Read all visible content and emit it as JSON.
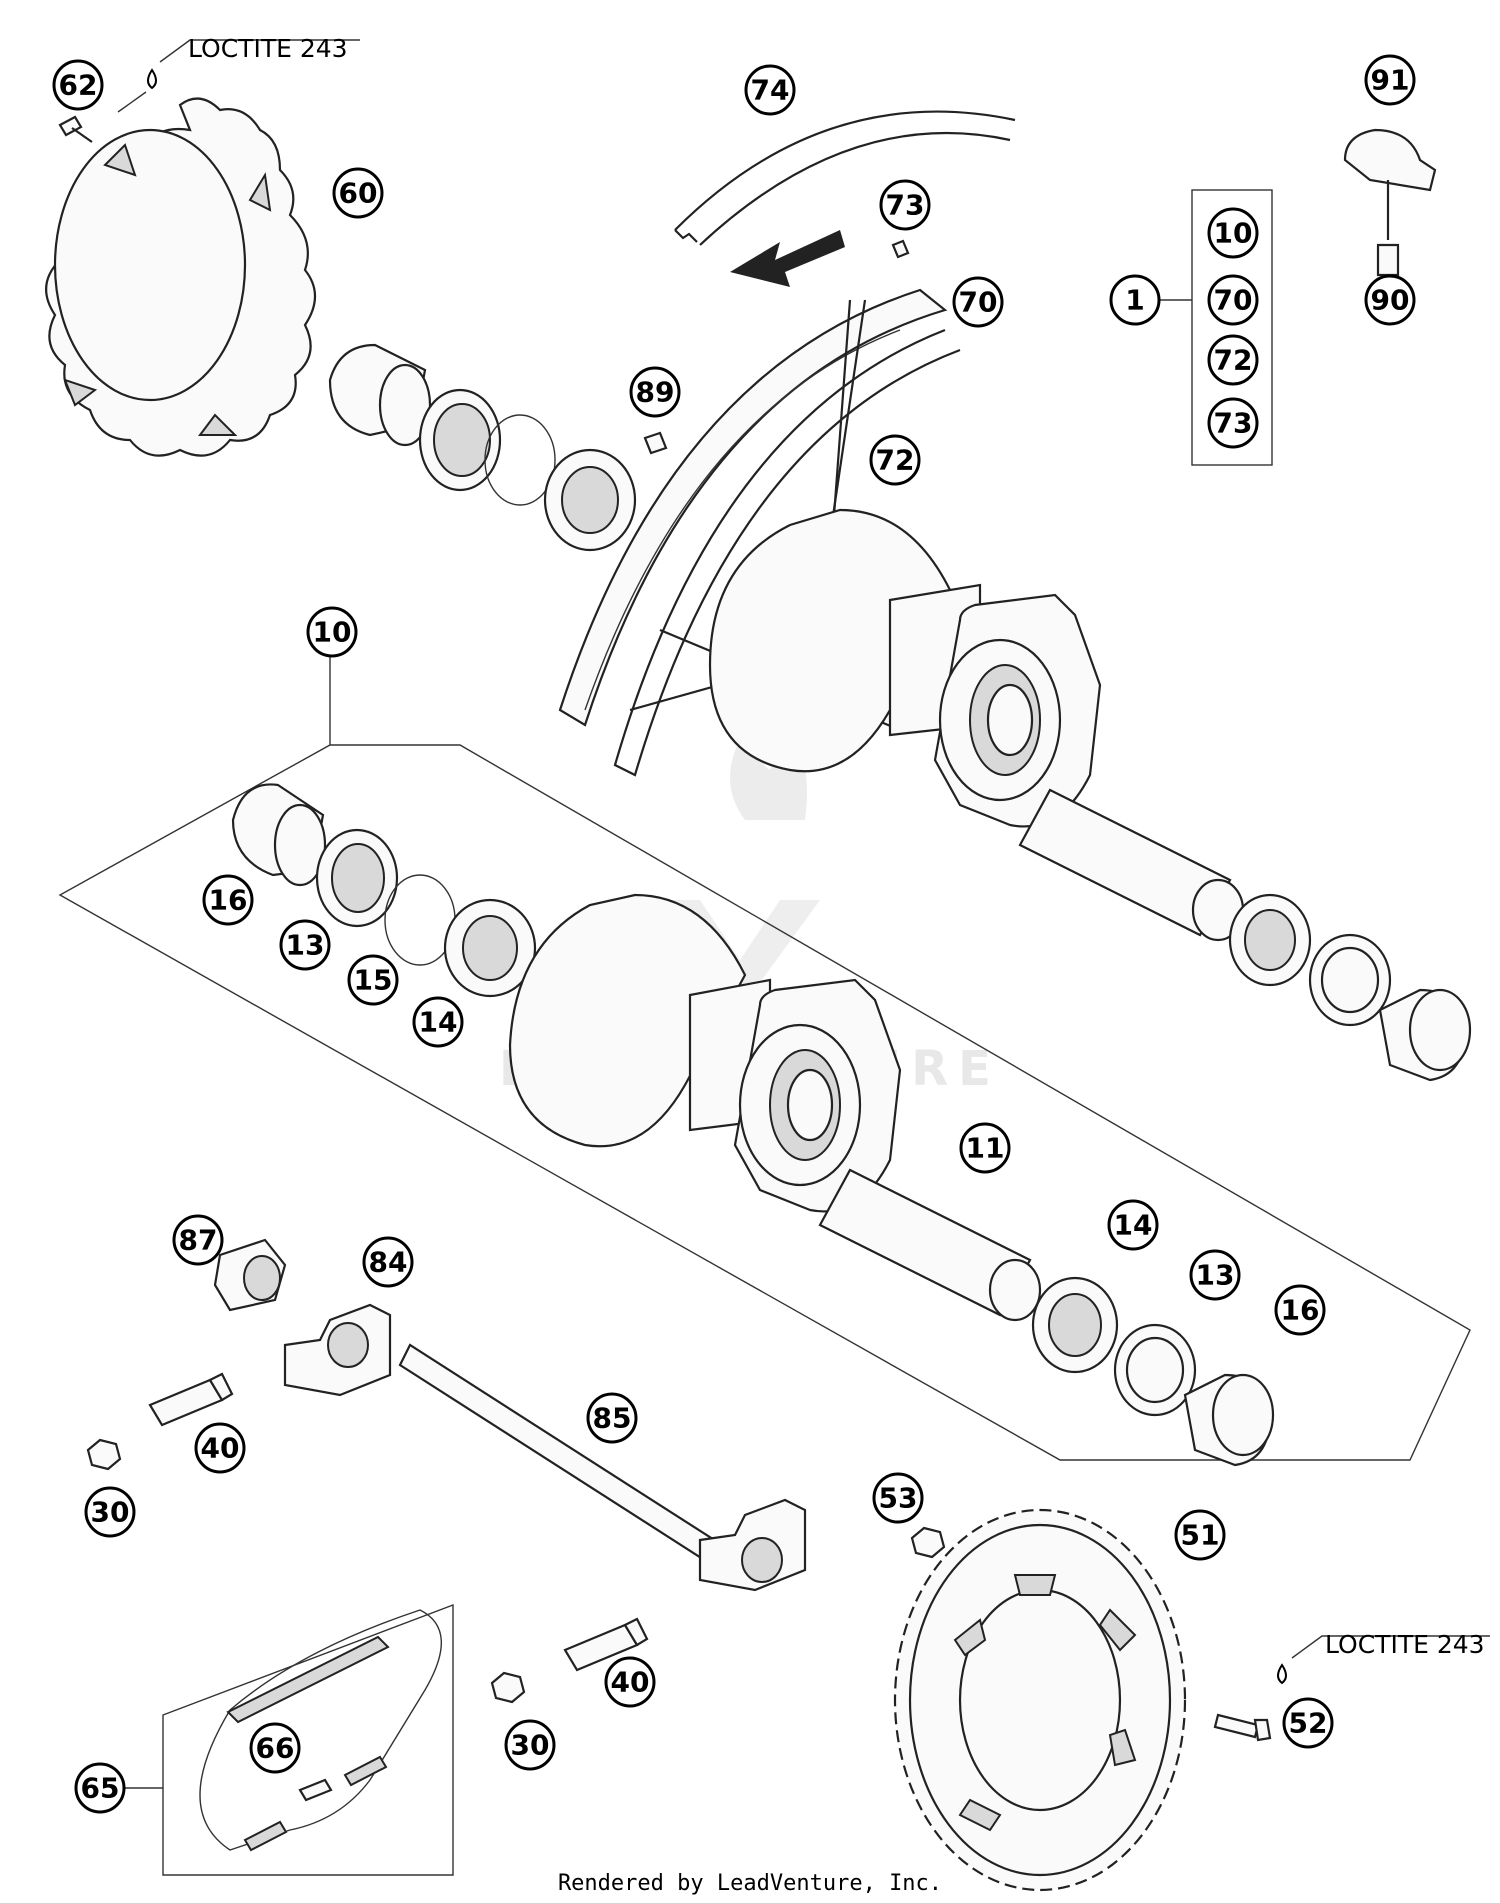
{
  "diagram": {
    "callouts": [
      {
        "label": "62"
      },
      {
        "label": "60"
      },
      {
        "label": "74"
      },
      {
        "label": "73"
      },
      {
        "label": "70"
      },
      {
        "label": "91"
      },
      {
        "label": "1"
      },
      {
        "label": "10"
      },
      {
        "label": "70"
      },
      {
        "label": "72"
      },
      {
        "label": "73"
      },
      {
        "label": "90"
      },
      {
        "label": "89"
      },
      {
        "label": "72"
      },
      {
        "label": "10"
      },
      {
        "label": "16"
      },
      {
        "label": "13"
      },
      {
        "label": "15"
      },
      {
        "label": "14"
      },
      {
        "label": "11"
      },
      {
        "label": "14"
      },
      {
        "label": "13"
      },
      {
        "label": "16"
      },
      {
        "label": "87"
      },
      {
        "label": "84"
      },
      {
        "label": "85"
      },
      {
        "label": "40"
      },
      {
        "label": "30"
      },
      {
        "label": "53"
      },
      {
        "label": "51"
      },
      {
        "label": "40"
      },
      {
        "label": "30"
      },
      {
        "label": "52"
      },
      {
        "label": "66"
      },
      {
        "label": "65"
      }
    ],
    "notes": [
      {
        "text": "LOCTITE 243"
      },
      {
        "text": "LOCTITE 243"
      }
    ],
    "watermark": "LEADVENTURE",
    "footer": "Rendered by LeadVenture, Inc."
  }
}
